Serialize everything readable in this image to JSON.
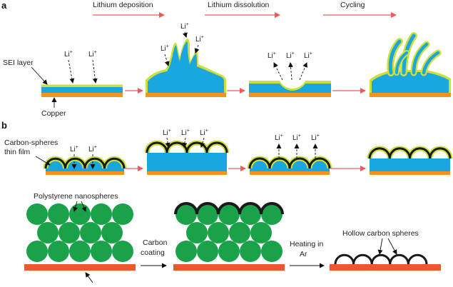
{
  "panels": {
    "a": "a",
    "b": "b"
  },
  "stages": {
    "deposition": "Lithium deposition",
    "dissolution": "Lithium dissolution",
    "cycling": "Cycling"
  },
  "labels": {
    "sei": "SEI layer",
    "copper": "Copper",
    "carbon_film_1": "Carbon-spheres",
    "carbon_film_2": "thin film",
    "polystyrene": "Polystyrene nanospheres",
    "carbon_coating_1": "Carbon",
    "carbon_coating_2": "coating",
    "heating_1": "Heating in",
    "heating_2": "Ar",
    "hollow": "Hollow carbon spheres"
  },
  "ion": {
    "base": "Li",
    "charge": "+"
  },
  "colors": {
    "lithium": "#1aa7e0",
    "sei": "#cfdf3a",
    "copper": "#f2941f",
    "substrate": "#e85a2a",
    "polystyrene": "#1aa24a",
    "carbon": "#1a1a1a",
    "arrow_red": "#ee5a5a"
  }
}
